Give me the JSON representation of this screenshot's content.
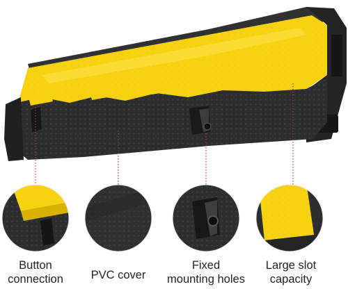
{
  "colors": {
    "yellow": "#f6d10f",
    "yellow_shade": "#d9b200",
    "rubber": "#2b2d2f",
    "rubber_dark": "#1c1d1f",
    "leader": "#b5353b",
    "text": "#222222"
  },
  "features": [
    {
      "id": "button-connection",
      "line1": "Button",
      "line2": "connection"
    },
    {
      "id": "pvc-cover",
      "line1": "PVC cover",
      "line2": ""
    },
    {
      "id": "fixed-mounting-holes",
      "line1": "Fixed",
      "line2": "mounting holes"
    },
    {
      "id": "large-slot-capacity",
      "line1": "Large slot",
      "line2": "capacity"
    }
  ]
}
